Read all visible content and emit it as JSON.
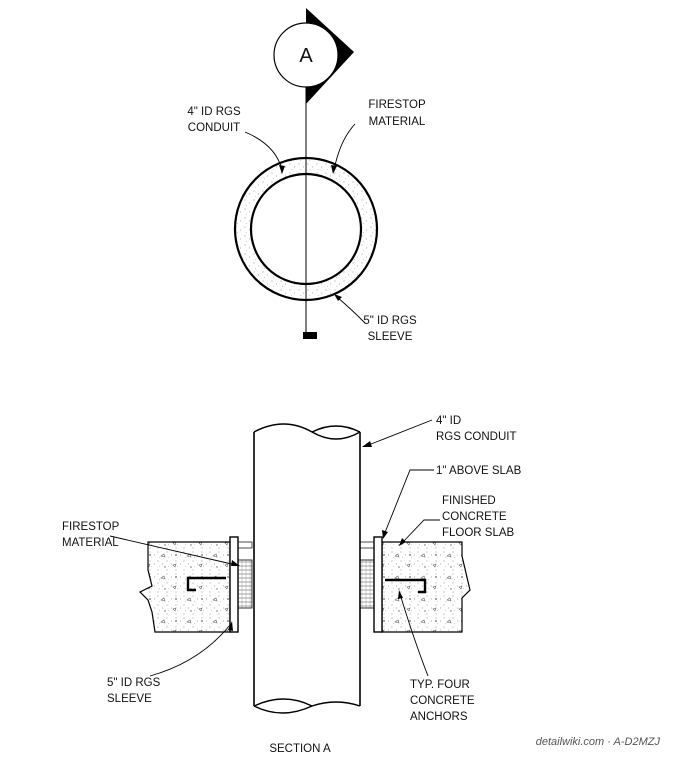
{
  "plan_view": {
    "section_tag": "A",
    "labels": {
      "conduit": [
        "4\" ID RGS",
        "CONDUIT"
      ],
      "firestop": [
        "FIRESTOP",
        "MATERIAL"
      ],
      "sleeve": [
        "5\" ID RGS",
        "SLEEVE"
      ]
    }
  },
  "section_view": {
    "labels": {
      "conduit": [
        "4\" ID",
        "RGS CONDUIT"
      ],
      "above_slab": [
        "1\" ABOVE SLAB"
      ],
      "floor_slab": [
        "FINISHED",
        "CONCRETE",
        "FLOOR SLAB"
      ],
      "firestop": [
        "FIRESTOP",
        "MATERIAL"
      ],
      "sleeve": [
        "5\" ID RGS",
        "SLEEVE"
      ],
      "anchors": [
        "TYP. FOUR",
        "CONCRETE",
        "ANCHORS"
      ]
    },
    "title": "SECTION A"
  },
  "watermark": "detailwiki.com · A-D2MZJ"
}
